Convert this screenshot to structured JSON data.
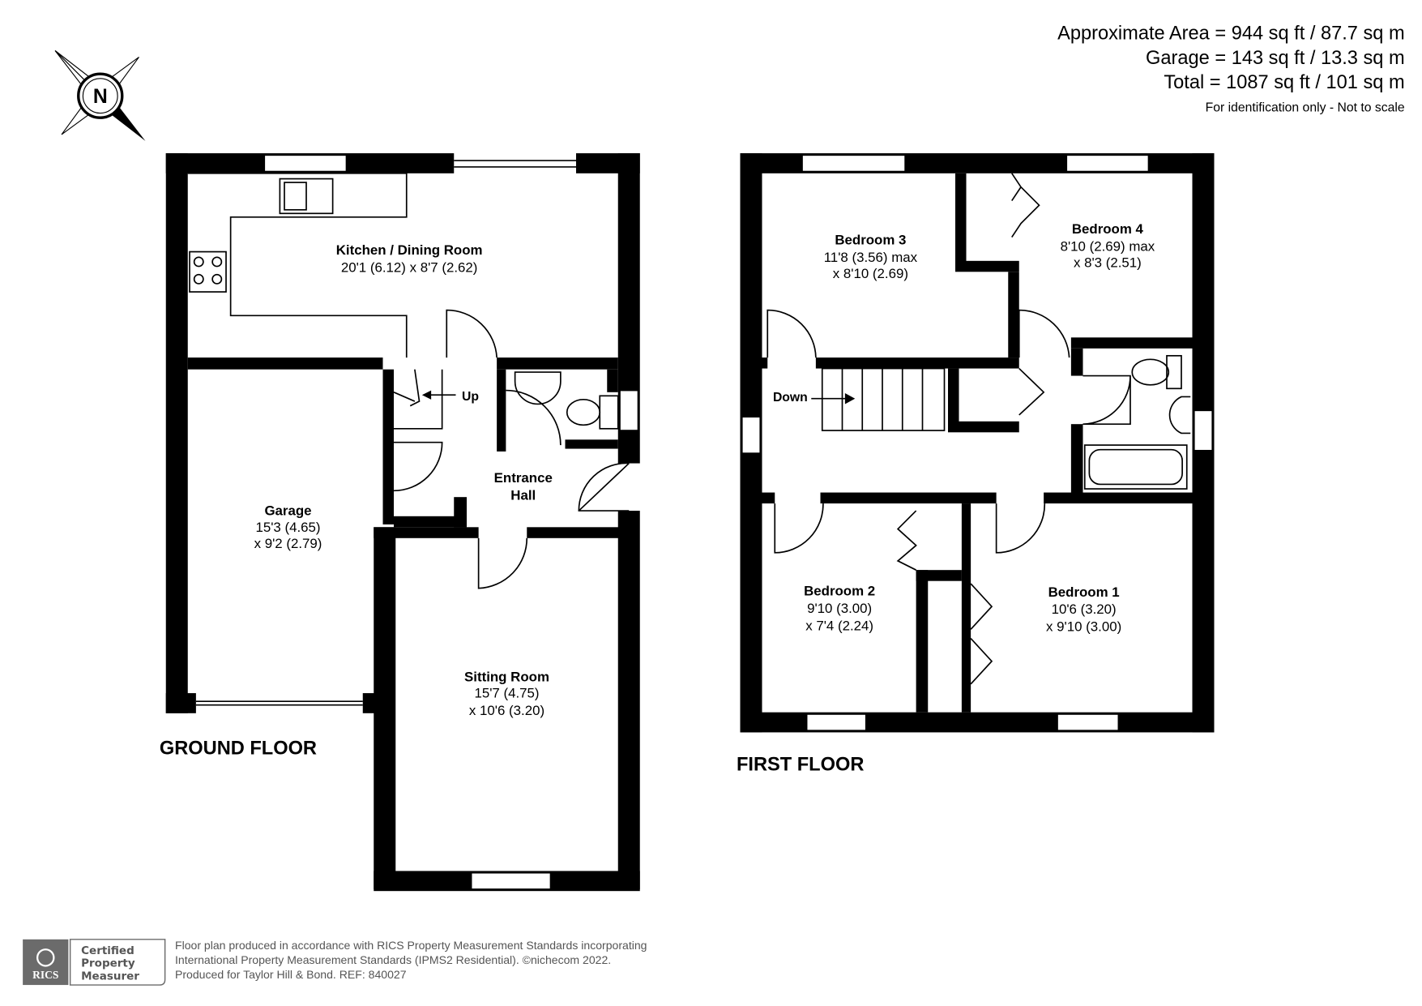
{
  "area_summary": {
    "approximate": "Approximate Area = 944 sq ft / 87.7 sq m",
    "garage": "Garage = 143 sq ft / 13.3 sq m",
    "total": "Total = 1087 sq ft / 101 sq m",
    "disclaimer": "For identification only - Not to scale"
  },
  "compass": {
    "letter": "N"
  },
  "ground_floor": {
    "label": "GROUND FLOOR",
    "rooms": [
      {
        "name": "Kitchen / Dining Room",
        "dims": [
          "20'1 (6.12) x 8'7 (2.62)"
        ]
      },
      {
        "name": "Garage",
        "dims": [
          "15'3 (4.65)",
          "x 9'2 (2.79)"
        ]
      },
      {
        "name": "Entrance",
        "dims": [
          "Hall"
        ]
      },
      {
        "name": "Sitting Room",
        "dims": [
          "15'7 (4.75)",
          "x 10'6 (3.20)"
        ]
      }
    ],
    "stairs_label": "Up"
  },
  "first_floor": {
    "label": "FIRST FLOOR",
    "rooms": [
      {
        "name": "Bedroom 3",
        "dims": [
          "11'8 (3.56) max",
          "x 8'10 (2.69)"
        ]
      },
      {
        "name": "Bedroom 4",
        "dims": [
          "8'10 (2.69) max",
          "x 8'3 (2.51)"
        ]
      },
      {
        "name": "Bedroom 2",
        "dims": [
          "9'10 (3.00)",
          "x 7'4 (2.24)"
        ]
      },
      {
        "name": "Bedroom 1",
        "dims": [
          "10'6 (3.20)",
          "x 9'10 (3.00)"
        ]
      }
    ],
    "stairs_label": "Down"
  },
  "footer": {
    "badge_org": "RICS",
    "badge_lines": [
      "Certified",
      "Property",
      "Measurer"
    ],
    "notes": [
      "Floor plan produced in accordance with RICS Property Measurement Standards incorporating",
      "International Property Measurement Standards (IPMS2 Residential).   ©nichecom 2022.",
      "Produced for Taylor Hill & Bond.   REF: 840027"
    ]
  }
}
